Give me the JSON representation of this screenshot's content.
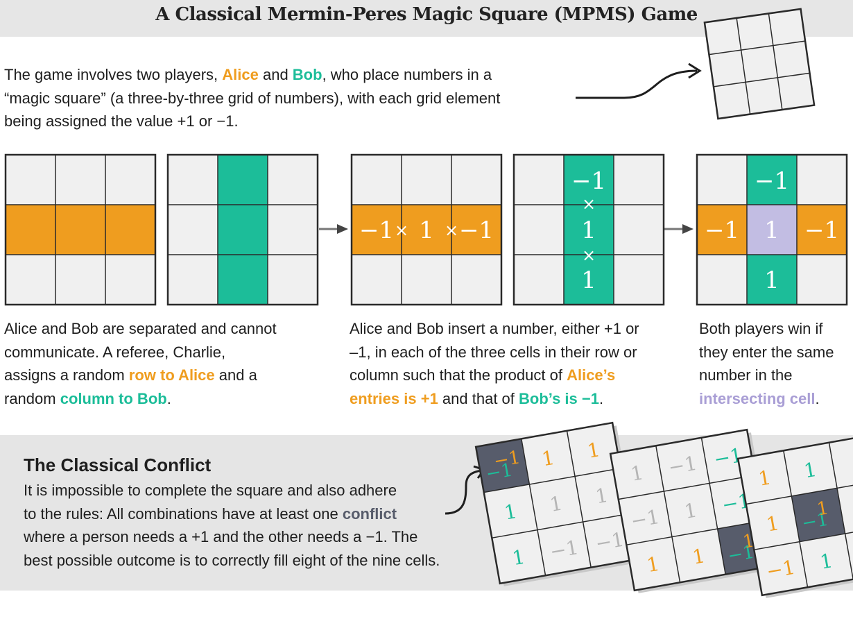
{
  "title": "A Classical Mermin-Peres Magic Square (MPMS) Game",
  "intro": {
    "before": "The game involves two players, ",
    "alice": "Alice",
    "and": " and ",
    "bob": "Bob",
    "line1_rest": ", who place numbers in a",
    "line2": "“magic square” (a three-by-three grid of numbers), with each grid element",
    "line3": "being assigned the value +1 or −1."
  },
  "steps": {
    "step1": {
      "line1": "Alice and Bob are separated and cannot",
      "line2": "communicate. A referee, Charlie,",
      "line3_before": "assigns a random ",
      "line3_row": "row to Alice",
      "line3_after": " and a",
      "line4_before": "random ",
      "line4_col": "column to Bob",
      "line4_after": "."
    },
    "step2": {
      "line1": "Alice and Bob insert a number, either +1 or",
      "line2": "–1, in each of the three cells in their row or",
      "line3_before": "column such that the product of ",
      "line3_alice": "Alice’s",
      "line4_alice": "entries is +1",
      "line4_mid": " and that of ",
      "line4_bob": "Bob’s is −1",
      "line4_after": "."
    },
    "step3": {
      "line1": "Both players win if",
      "line2": "they enter the same",
      "line3": "number in the",
      "line4_hl": "intersecting cell",
      "line4_after": "."
    }
  },
  "grids": {
    "alice_row": [
      "−1",
      "1",
      "−1"
    ],
    "bob_col": [
      "−1",
      "1",
      "1"
    ],
    "times": "×",
    "result_row": [
      "−1",
      "1",
      "−1"
    ],
    "result_col": [
      "−1",
      "1",
      "1"
    ]
  },
  "conflict": {
    "title": "The Classical Conflict",
    "line1": "It is impossible to complete the square and also adhere",
    "line2_before": "to the rules: All combinations have at least one ",
    "line2_hl": "conflict",
    "line3": "where a person needs a +1 and the other needs a −1. The",
    "line4": "best possible outcome is to correctly fill eight of the nine cells.",
    "squares": [
      [
        [
          "−1|−1",
          "1",
          "1"
        ],
        [
          "1",
          "1",
          "1"
        ],
        [
          "1",
          "−1",
          "−1"
        ]
      ],
      [
        [
          "1",
          "−1",
          "−1"
        ],
        [
          "−1",
          "1",
          "−1"
        ],
        [
          "1",
          "1",
          "−1|1"
        ]
      ],
      [
        [
          "1",
          "1",
          ""
        ],
        [
          "1",
          "−1|1",
          ""
        ],
        [
          "−1",
          "1",
          ""
        ]
      ]
    ]
  },
  "colors": {
    "orange": "#ef9d1f",
    "teal": "#1cbd99",
    "lavender": "#c2bde3",
    "conflict": "#575c6b",
    "cell": "#f0f0f0",
    "title_bar": "#e6e6e6"
  }
}
